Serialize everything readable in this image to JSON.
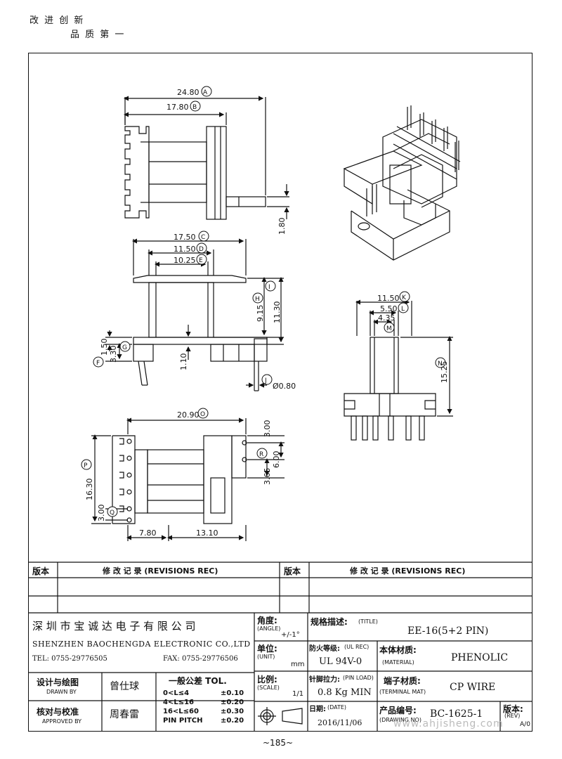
{
  "header": {
    "slogan_line1": "改 进 创 新",
    "slogan_line2": "品 质 第 一"
  },
  "drawing": {
    "top_view": {
      "dim_a": "24.80",
      "tag_a": "A",
      "dim_b": "17.80",
      "tag_b": "B",
      "dim_pin": "1.80"
    },
    "front_view": {
      "dim_c": "17.50",
      "tag_c": "C",
      "dim_d": "11.50",
      "tag_d": "D",
      "dim_e": "10.25",
      "tag_e": "E",
      "dim_h": "9.15",
      "tag_h": "H",
      "dim_i": "11.30",
      "tag_i": "I",
      "dim_g": "3.30",
      "tag_g": "G",
      "dim_f": "1.50",
      "tag_f": "F",
      "dim_110": "1.10",
      "dim_j": "Ø0.80",
      "tag_j": "J"
    },
    "side_view": {
      "dim_k": "11.50",
      "tag_k": "K",
      "dim_l": "5.50",
      "tag_l": "L",
      "dim_m": "4.35",
      "tag_m": "M",
      "dim_n": "15.25",
      "tag_n": "N"
    },
    "bottom_view": {
      "dim_o": "20.90",
      "tag_o": "O",
      "dim_p": "16.30",
      "tag_p": "P",
      "dim_q": "3.00",
      "tag_q": "Q",
      "dim_r": "6.00",
      "tag_r": "R",
      "dim_300": "3.00",
      "dim_365": "3.65",
      "dim_780": "7.80",
      "dim_1310": "13.10"
    }
  },
  "revisions": {
    "col_version": "版本",
    "col_record": "修 改 记 录  (REVISIONS REC)"
  },
  "title_block": {
    "company_cn": "深 圳 市 宝 诚 达 电 子 有 限 公 司",
    "company_en": "SHENZHEN BAOCHENGDA ELECTRONIC CO.,LTD",
    "tel": "TEL: 0755-29776505",
    "fax": "FAX: 0755-29776506",
    "angle_cn": "角度:",
    "angle_en": "(ANGLE)",
    "angle_val": "+/-1°",
    "unit_cn": "单位:",
    "unit_en": "(UNIT)",
    "unit_val": "mm",
    "scale_cn": "比例:",
    "scale_en": "(SCALE)",
    "scale_val": "1/1",
    "title_cn": "规格描述:",
    "title_en": "(TITLE)",
    "title_val": "EE-16(5+2 PIN)",
    "ul_cn": "防火等级:",
    "ul_en": "(UL REC)",
    "ul_val": "UL 94V-0",
    "material_cn": "本体材质:",
    "material_en": "(MATERIAL)",
    "material_val": "PHENOLIC",
    "pinload_cn": "针脚拉力:",
    "pinload_en": "(PIN LOAD)",
    "pinload_val": "0.8 Kg MIN",
    "terminal_cn": "端子材质:",
    "terminal_en": "(TERMINAL MAT)",
    "terminal_val": "CP WIRE",
    "date_cn": "日期:",
    "date_en": "(DATE)",
    "date_val": "2016/11/06",
    "drawno_cn": "产品编号:",
    "drawno_en": "(DRAWING NO)",
    "drawno_val": "BC-1625-1",
    "rev_cn": "版本:",
    "rev_en": "(REV)",
    "rev_val": "A/0",
    "drawn_cn": "设计与绘图",
    "drawn_en": "DRAWN BY",
    "drawn_name": "曾仕球",
    "approved_cn": "核对与校准",
    "approved_en": "APPROVED BY",
    "approved_name": "周春雷",
    "tol_title": "一般公差 TOL.",
    "tol_rows": [
      {
        "range": "0<L≤4",
        "val": "±0.10"
      },
      {
        "range": "4<L≤16",
        "val": "±0.20"
      },
      {
        "range": "16<L≤60",
        "val": "±0.30"
      },
      {
        "range": "PIN PITCH",
        "val": "±0.20"
      }
    ]
  },
  "footer": {
    "page": "~185~",
    "watermark": "www.ahjisheng.com"
  }
}
